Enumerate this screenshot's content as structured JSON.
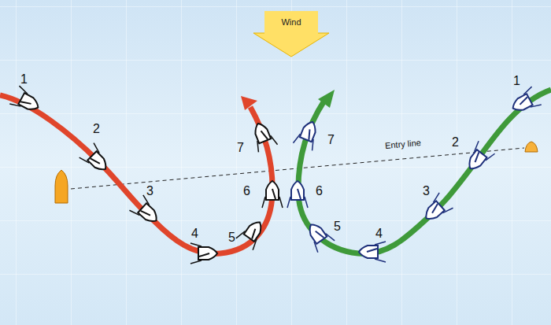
{
  "diagram": {
    "nodes": [
      {
        "text": [
          "Wind"
        ]
      }
    ],
    "labels": [
      "1",
      "2",
      "3",
      "4",
      "5",
      "6",
      "7",
      "1",
      "2",
      "3",
      "4",
      "5",
      "6",
      "7",
      "Entry line"
    ]
  }
}
